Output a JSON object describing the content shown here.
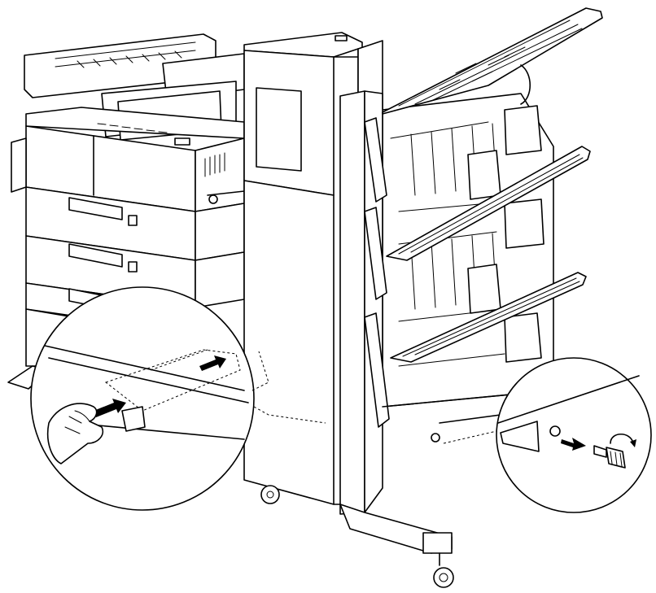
{
  "figure": {
    "description_visible_text": "",
    "colors": {
      "line": "#000000",
      "background": "#ffffff"
    },
    "parts": [
      "copier-main-unit",
      "paper-trays",
      "finisher-unit",
      "output-trays",
      "stand-with-casters",
      "detail-circle-latch",
      "detail-circle-thumbscrew"
    ],
    "icons": [
      "arrow-icon",
      "rotate-arrow-icon",
      "hand-icon",
      "thumbscrew-icon"
    ]
  }
}
